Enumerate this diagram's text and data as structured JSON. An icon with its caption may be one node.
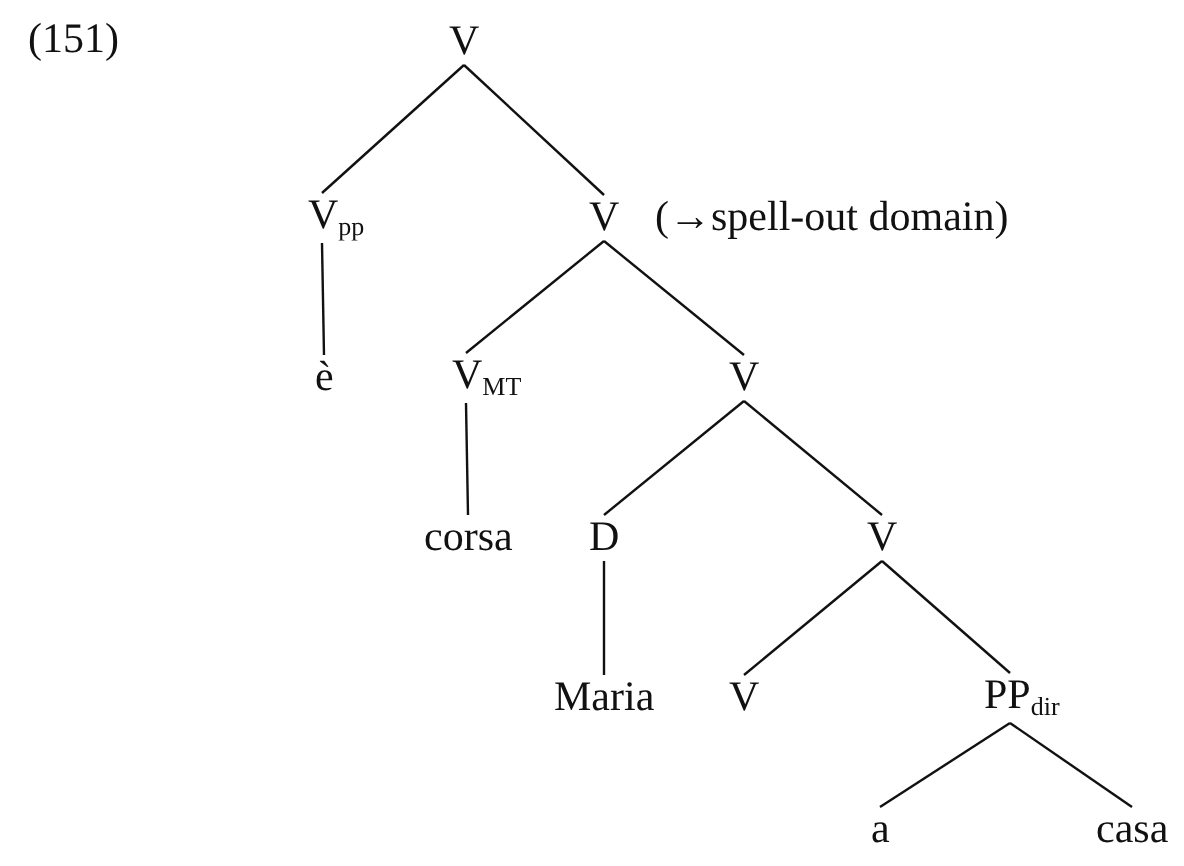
{
  "diagram": {
    "nodes": [
      {
        "text": [
          "V"
        ]
      },
      {
        "text": [
          "V$_{pp}$"
        ]
      },
      {
        "text": [
          "V"
        ],
        "beside": [
          "(→spell-out domain)"
        ]
      },
      {
        "text": [
          "è"
        ]
      },
      {
        "text": [
          "V$_{MT}$"
        ]
      },
      {
        "text": [
          "V"
        ]
      },
      {
        "text": [
          "corsa"
        ]
      },
      {
        "text": [
          "D"
        ]
      },
      {
        "text": [
          "V"
        ]
      },
      {
        "text": [
          "Maria"
        ]
      },
      {
        "text": [
          "V"
        ]
      },
      {
        "text": [
          "PP$_{dir}$"
        ]
      },
      {
        "text": [
          "a"
        ]
      },
      {
        "text": [
          "casa"
        ]
      }
    ],
    "edges": [
      {
        "from": 0,
        "to": 1,
        "arrow": "none"
      },
      {
        "from": 0,
        "to": 2,
        "arrow": "none"
      },
      {
        "from": 1,
        "to": 3,
        "arrow": "none"
      },
      {
        "from": 2,
        "to": 4,
        "arrow": "none"
      },
      {
        "from": 2,
        "to": 5,
        "arrow": "none"
      },
      {
        "from": 4,
        "to": 6,
        "arrow": "none"
      },
      {
        "from": 5,
        "to": 7,
        "arrow": "none"
      },
      {
        "from": 5,
        "to": 8,
        "arrow": "none"
      },
      {
        "from": 7,
        "to": 9,
        "arrow": "none"
      },
      {
        "from": 8,
        "to": 10,
        "arrow": "none"
      },
      {
        "from": 8,
        "to": 11,
        "arrow": "none"
      },
      {
        "from": 11,
        "to": 12,
        "arrow": "none"
      },
      {
        "from": 11,
        "to": 13,
        "arrow": "none"
      }
    ],
    "labels": [
      "(151)"
    ]
  }
}
